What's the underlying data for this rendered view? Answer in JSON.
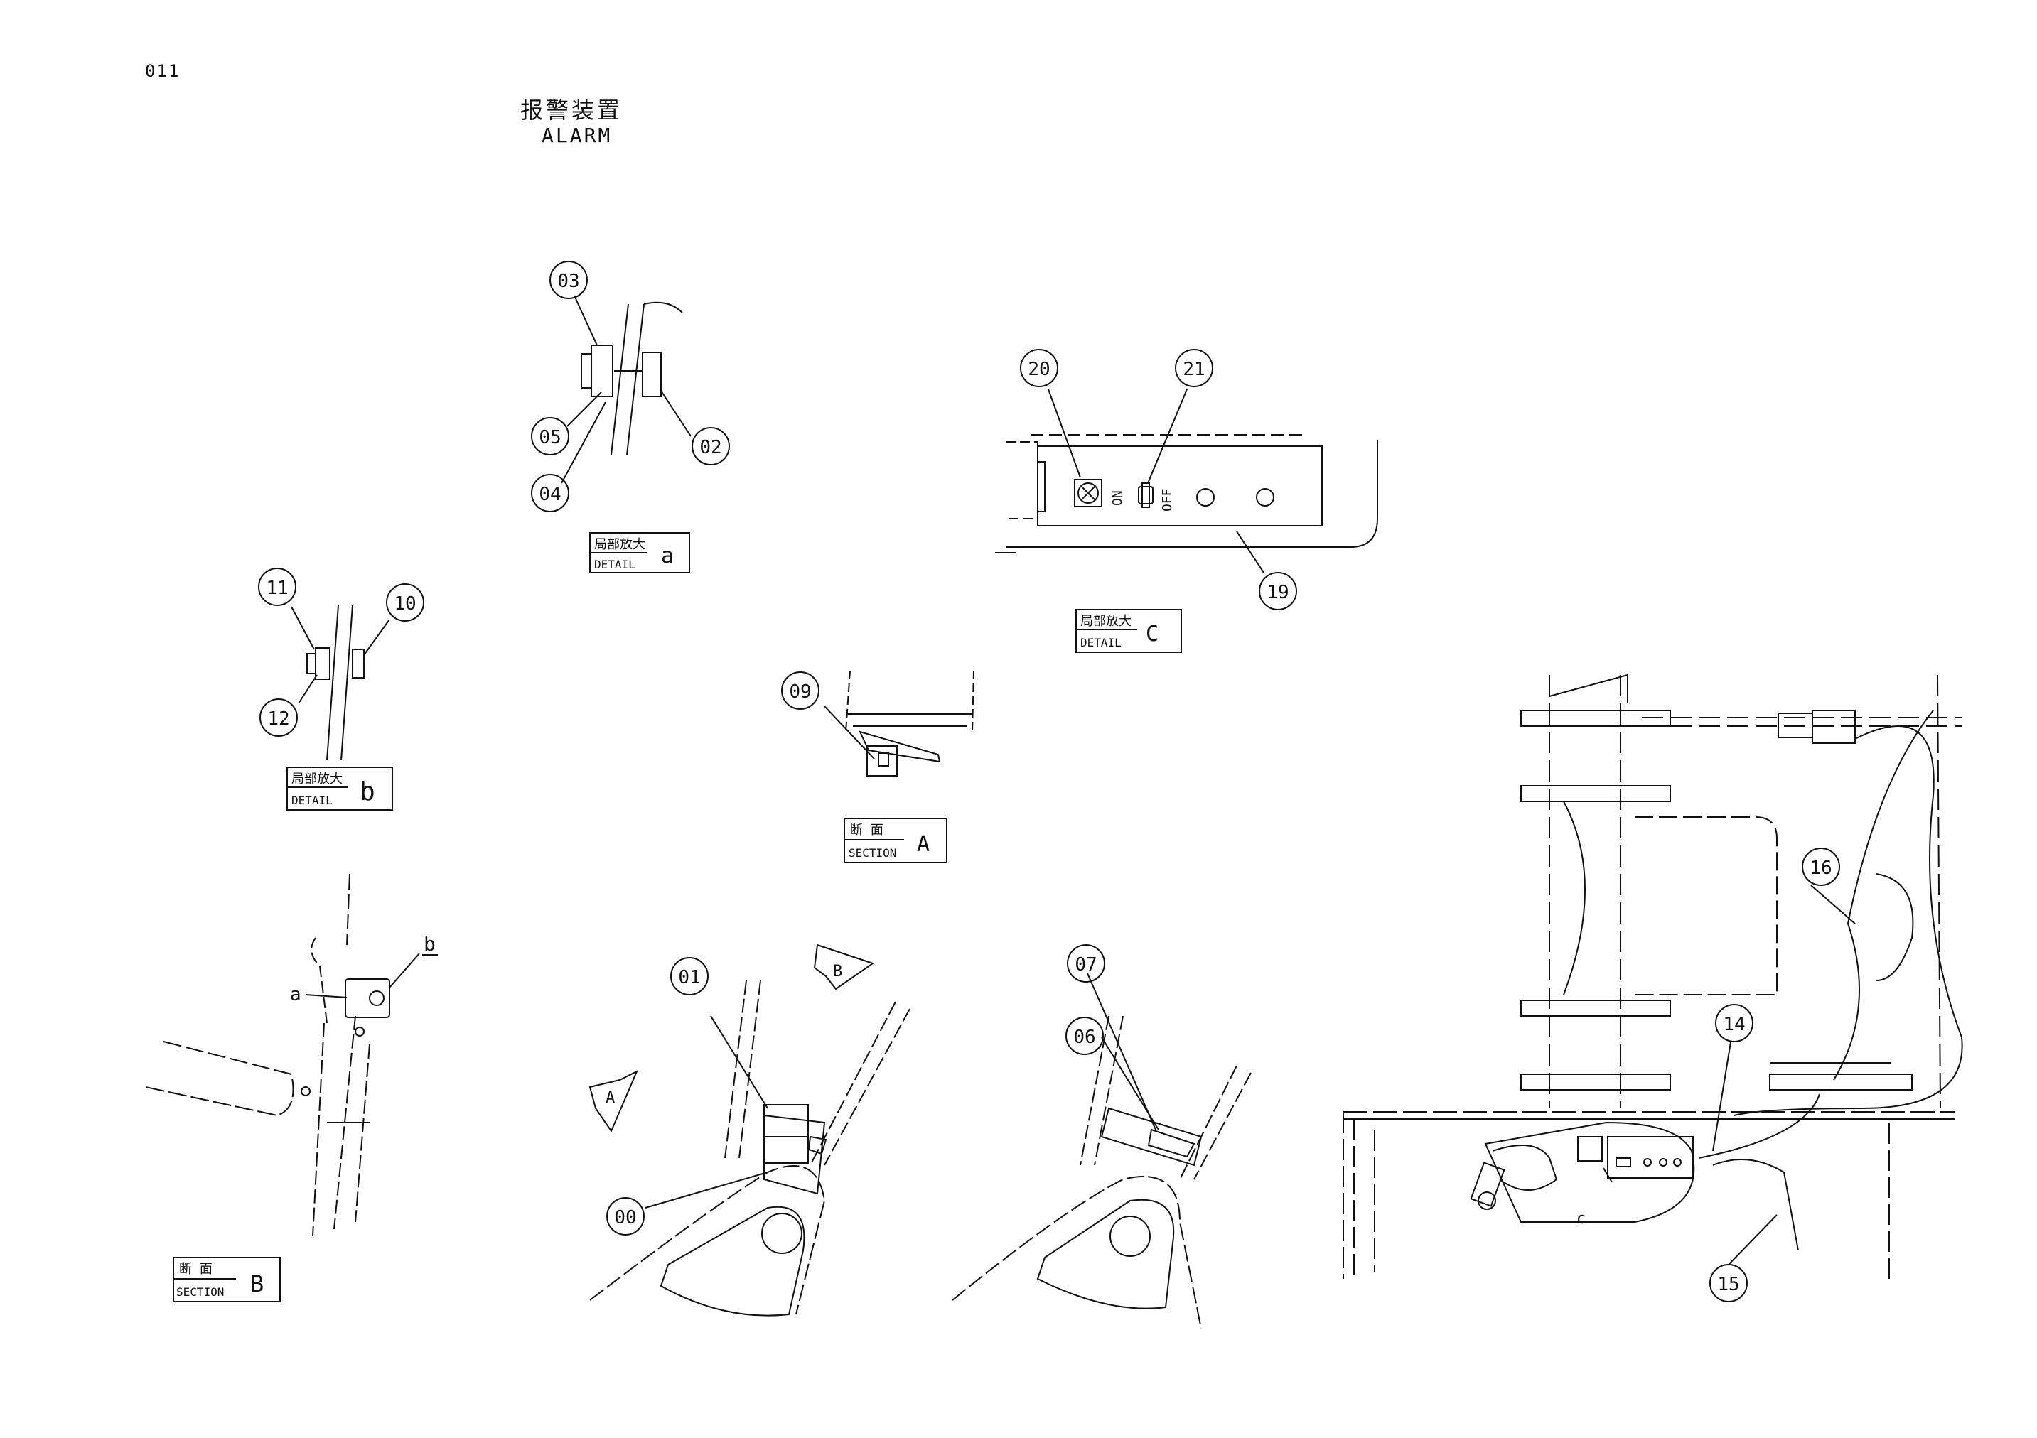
{
  "page_number": "011",
  "title_cn": "报警装置",
  "title_en": "ALARM",
  "callouts": [
    {
      "id": "callout-03",
      "text": "03"
    },
    {
      "id": "callout-05",
      "text": "05"
    },
    {
      "id": "callout-04",
      "text": "04"
    },
    {
      "id": "callout-02",
      "text": "02"
    },
    {
      "id": "callout-20",
      "text": "20"
    },
    {
      "id": "callout-21",
      "text": "21"
    },
    {
      "id": "callout-19",
      "text": "19"
    },
    {
      "id": "callout-11",
      "text": "11"
    },
    {
      "id": "callout-10",
      "text": "10"
    },
    {
      "id": "callout-12",
      "text": "12"
    },
    {
      "id": "callout-09",
      "text": "09"
    },
    {
      "id": "callout-01",
      "text": "01"
    },
    {
      "id": "callout-00",
      "text": "00"
    },
    {
      "id": "callout-07",
      "text": "07"
    },
    {
      "id": "callout-06",
      "text": "06"
    },
    {
      "id": "callout-16",
      "text": "16"
    },
    {
      "id": "callout-14",
      "text": "14"
    },
    {
      "id": "callout-15",
      "text": "15"
    }
  ],
  "view_labels": [
    {
      "id": "detail-a",
      "top": "局部放大",
      "bottom": "DETAIL",
      "letter": "a"
    },
    {
      "id": "detail-c",
      "top": "局部放大",
      "bottom": "DETAIL",
      "letter": "C"
    },
    {
      "id": "detail-b",
      "top": "局部放大",
      "bottom": "DETAIL",
      "letter": "b"
    },
    {
      "id": "section-a",
      "top": "断 面",
      "bottom": "SECTION",
      "letter": "A"
    },
    {
      "id": "section-b",
      "top": "断 面",
      "bottom": "SECTION",
      "letter": "B"
    }
  ],
  "view_arrows": [
    {
      "id": "arrow-b",
      "letter": "B"
    },
    {
      "id": "arrow-a",
      "letter": "A"
    }
  ],
  "markers": [
    {
      "id": "marker-a",
      "text": "a"
    },
    {
      "id": "marker-b",
      "text": "b"
    },
    {
      "id": "marker-c",
      "text": "c"
    }
  ],
  "switch_labels": {
    "on": "ON",
    "off": "OFF"
  }
}
